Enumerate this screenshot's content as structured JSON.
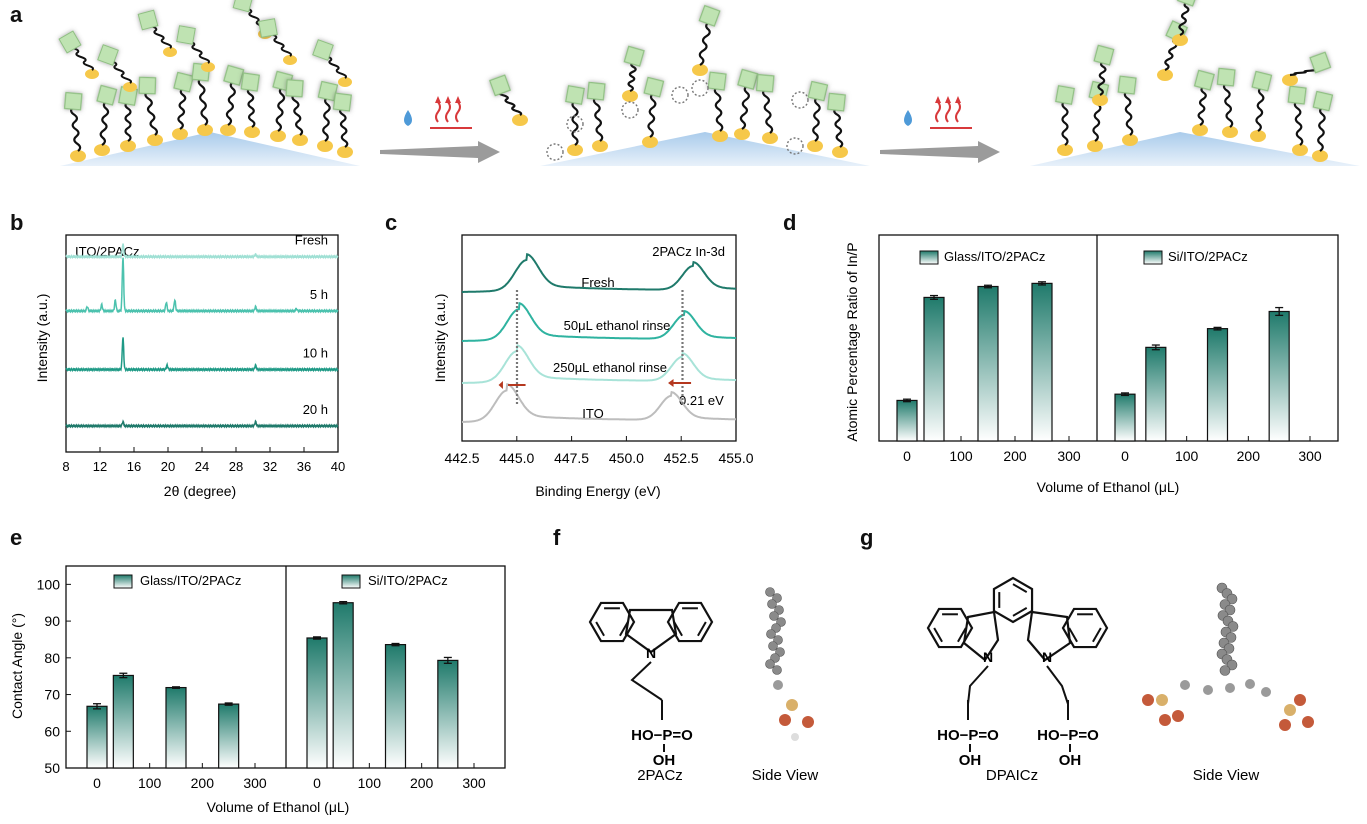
{
  "panel_labels": [
    "a",
    "b",
    "c",
    "d",
    "e",
    "f",
    "g"
  ],
  "colors": {
    "teal_dark": "#1f7a6b",
    "teal_mid": "#2fb3a0",
    "teal_light": "#9fe0d4",
    "gray": "#b8b8b8",
    "arrow_red": "#b5381f",
    "blue_base": "#b9d5ef",
    "yellow": "#f6c84a",
    "green_block": "#bfe3b2"
  },
  "chart_data": [
    {
      "id": "b",
      "type": "line",
      "inset_label": "ITO/2PACz",
      "xlabel": "2θ (degree)",
      "ylabel": "Intensity (a.u.)",
      "xlim": [
        8,
        40
      ],
      "xticks": [
        8,
        12,
        16,
        20,
        24,
        28,
        32,
        36,
        40
      ],
      "series": [
        {
          "name": "Fresh",
          "color": "#9fe0d4",
          "baseline": 0.9,
          "peaks": [
            [
              14.7,
              0.06
            ],
            [
              30.3,
              0.01
            ]
          ]
        },
        {
          "name": "5 h",
          "color": "#4cc2ae",
          "baseline": 0.65,
          "peaks": [
            [
              10.5,
              0.02
            ],
            [
              12.2,
              0.03
            ],
            [
              13.8,
              0.05
            ],
            [
              14.7,
              0.25
            ],
            [
              19.8,
              0.04
            ],
            [
              20.8,
              0.05
            ],
            [
              30.3,
              0.02
            ],
            [
              35.1,
              0.01
            ]
          ]
        },
        {
          "name": "10 h",
          "color": "#1f9a86",
          "baseline": 0.38,
          "peaks": [
            [
              14.7,
              0.15
            ],
            [
              19.9,
              0.02
            ],
            [
              30.3,
              0.02
            ]
          ]
        },
        {
          "name": "20 h",
          "color": "#1f7a6b",
          "baseline": 0.12,
          "peaks": [
            [
              14.7,
              0.02
            ],
            [
              30.3,
              0.02
            ]
          ]
        }
      ]
    },
    {
      "id": "c",
      "type": "line",
      "inset_label": "2PACz In-3d",
      "xlabel": "Binding Energy (eV)",
      "ylabel": "Intensity (a.u.)",
      "xlim": [
        442.5,
        455.0
      ],
      "xticks": [
        442.5,
        445.0,
        447.5,
        450.0,
        452.5,
        455.0
      ],
      "annotation": "0.21 eV",
      "series": [
        {
          "name": "Fresh",
          "color": "#1f7a6b",
          "peaks": [
            445.45,
            453.05
          ]
        },
        {
          "name": "50μL ethanol rinse",
          "color": "#2fb3a0",
          "peaks": [
            445.1,
            452.65
          ]
        },
        {
          "name": "250μL ethanol rinse",
          "color": "#a8e3d8",
          "peaks": [
            445.0,
            452.55
          ]
        },
        {
          "name": "ITO",
          "color": "#bdbdbd",
          "peaks": [
            444.55,
            452.05
          ]
        }
      ]
    },
    {
      "id": "d",
      "type": "bar",
      "xlabel": "Volume of Ethanol (μL)",
      "ylabel": "Atomic Percentage Ratio of In/P",
      "xticks": [
        0,
        100,
        200,
        300
      ],
      "groups": [
        {
          "name": "Glass/ITO/2PACz",
          "x": [
            0,
            50,
            150,
            250
          ],
          "values": [
            0.26,
            0.92,
            0.99,
            1.01
          ],
          "errors": [
            0.008,
            0.012,
            0.008,
            0.01
          ]
        },
        {
          "name": "Si/ITO/2PACz",
          "x": [
            0,
            50,
            150,
            250
          ],
          "values": [
            0.3,
            0.6,
            0.72,
            0.83
          ],
          "errors": [
            0.008,
            0.015,
            0.008,
            0.025
          ]
        }
      ],
      "ylim": [
        0,
        1.32
      ]
    },
    {
      "id": "e",
      "type": "bar",
      "xlabel": "Volume of Ethanol (μL)",
      "ylabel": "Contact Angle (°)",
      "ylim": [
        50,
        105
      ],
      "yticks": [
        50,
        60,
        70,
        80,
        90,
        100
      ],
      "xticks": [
        0,
        100,
        200,
        300
      ],
      "groups": [
        {
          "name": "Glass/ITO/2PACz",
          "x": [
            0,
            50,
            150,
            250
          ],
          "values": [
            66.8,
            75.2,
            71.9,
            67.4
          ],
          "errors": [
            0.7,
            0.6,
            0.2,
            0.3
          ]
        },
        {
          "name": "Si/ITO/2PACz",
          "x": [
            0,
            50,
            150,
            250
          ],
          "values": [
            85.4,
            95.0,
            83.6,
            79.3
          ],
          "errors": [
            0.3,
            0.3,
            0.3,
            0.8
          ]
        }
      ]
    }
  ],
  "schematic": {
    "panel": "a"
  },
  "molecules": {
    "f": {
      "name": "2PACz",
      "side_view": "Side View",
      "group_label": "HO−P=O",
      "oh_label": "OH",
      "n_label": "N"
    },
    "g": {
      "name": "DPAICz",
      "side_view": "Side View",
      "group_label": "HO−P=O",
      "oh_label": "OH",
      "n_label": "N"
    }
  }
}
